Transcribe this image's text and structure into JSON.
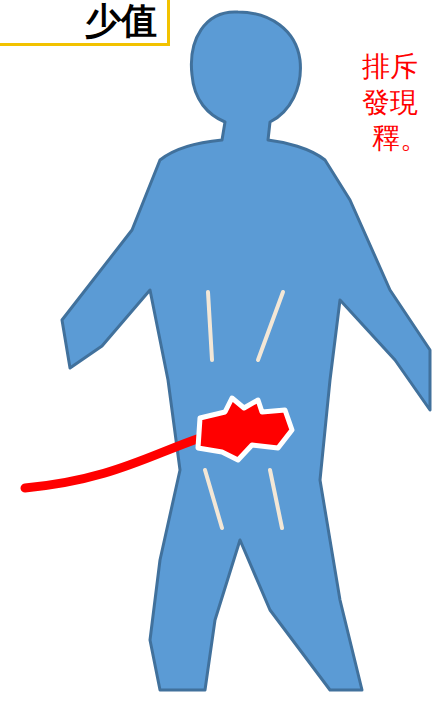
{
  "diagram": {
    "nodes": [
      {
        "text": [
          "少值"
        ]
      }
    ],
    "labels": [
      "排斥",
      "發現",
      "釋。"
    ]
  }
}
